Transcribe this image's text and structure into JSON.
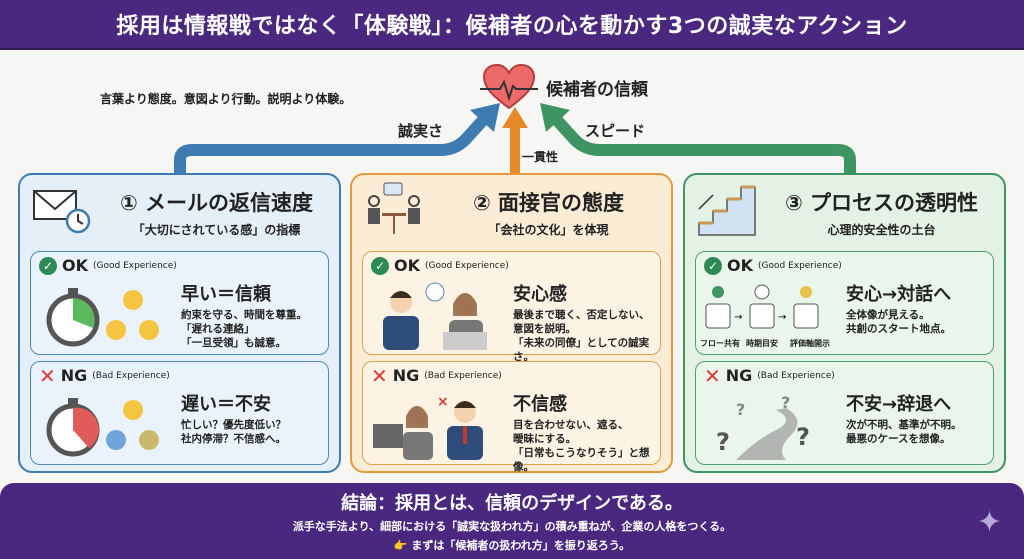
{
  "title": "採用は情報戦ではなく「体験戦」：候補者の心を動かす3つの誠実なアクション",
  "tagline": "言葉より態度。意図より行動。説明より体験。",
  "goal": "候補者の信頼",
  "arrows": {
    "left": "誠実さ",
    "center": "一貫性",
    "right": "スピード"
  },
  "colors": {
    "purple": "#4b2880",
    "blue": "#3d7bb0",
    "orange": "#e39a3a",
    "green": "#3f9463"
  },
  "cards": [
    {
      "title": "① メールの返信速度",
      "subtitle": "「大切にされている感」の指標",
      "ok": {
        "label": "OK",
        "sub": "(Good Experience)",
        "headline": "早い＝信頼",
        "lines": [
          "約束を守る、時間を尊重。",
          "「遅れる連絡」",
          "「一旦受領」も誠意。"
        ]
      },
      "ng": {
        "label": "NG",
        "sub": "(Bad Experience)",
        "headline": "遅い＝不安",
        "lines": [
          "忙しい？優先度低い？",
          "社内停滞？不信感へ。"
        ]
      }
    },
    {
      "title": "② 面接官の態度",
      "subtitle": "「会社の文化」を体現",
      "ok": {
        "label": "OK",
        "sub": "(Good Experience)",
        "headline": "安心感",
        "lines": [
          "最後まで聴く、否定しない、",
          "意図を説明。",
          "「未来の同僚」としての誠実さ。"
        ]
      },
      "ng": {
        "label": "NG",
        "sub": "(Bad Experience)",
        "headline": "不信感",
        "lines": [
          "目を合わせない、遮る、",
          "曖昧にする。",
          "「日常もこうなりそう」と想像。"
        ]
      }
    },
    {
      "title": "③ プロセスの透明性",
      "subtitle": "心理的安全性の土台",
      "ok": {
        "label": "OK",
        "sub": "(Good Experience)",
        "headline": "安心→対話へ",
        "lines": [
          "全体像が見える。",
          "共創のスタート地点。"
        ],
        "steps": [
          "フロー共有",
          "時期目安",
          "評価軸開示"
        ]
      },
      "ng": {
        "label": "NG",
        "sub": "(Bad Experience)",
        "headline": "不安→辞退へ",
        "lines": [
          "次が不明、基準が不明。",
          "最悪のケースを想像。"
        ]
      }
    }
  ],
  "footer": {
    "headline": "結論：採用とは、信頼のデザインである。",
    "line1": "派手な手法より、細部における「誠実な扱われ方」の積み重ねが、企業の人格をつくる。",
    "line2": "👉 まずは「候補者の扱われ方」を振り返ろう。"
  }
}
